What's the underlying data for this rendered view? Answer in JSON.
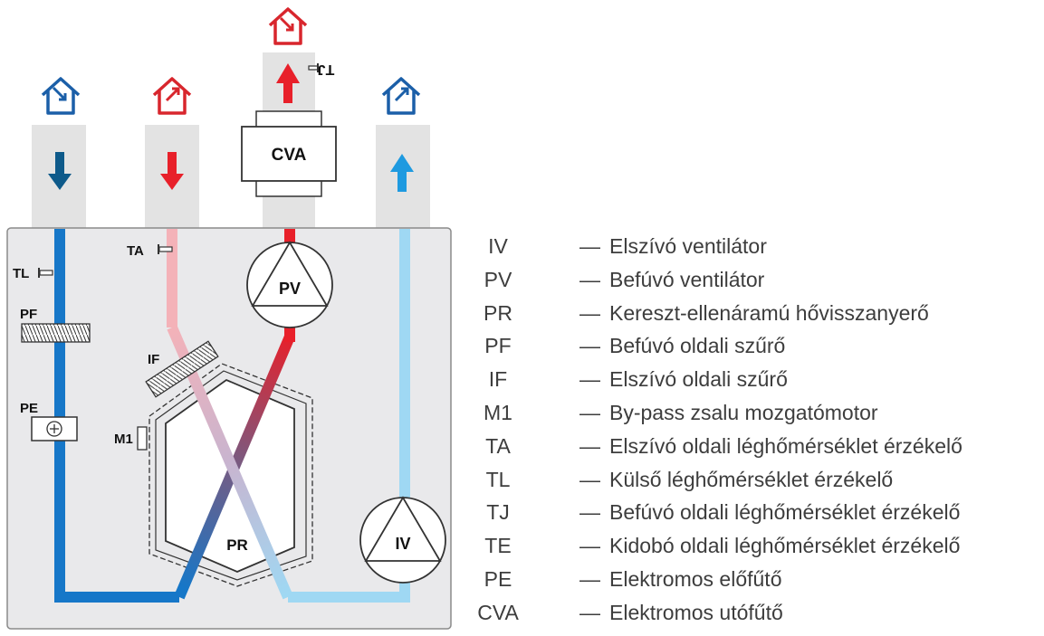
{
  "diagram": {
    "unit_labels": {
      "CVA": "CVA",
      "PV": "PV",
      "IV": "IV",
      "PR": "PR",
      "TA": "TA",
      "TL": "TL",
      "TJ": "TJ",
      "PF": "PF",
      "IF": "IF",
      "PE": "PE",
      "M1": "M1"
    },
    "colors": {
      "cold_dark": "#1677c8",
      "cold_light": "#9fd8f3",
      "warm_red": "#e8202a",
      "warm_pink": "#f4b2b8",
      "house_blue": "#1b5fa8",
      "house_red": "#d8262d",
      "housing_bg": "#e9e9eb"
    }
  },
  "legend": [
    {
      "code": "IV",
      "desc": "Elszívó ventilátor"
    },
    {
      "code": "PV",
      "desc": "Befúvó ventilátor"
    },
    {
      "code": "PR",
      "desc": "Kereszt-ellenáramú hővisszanyerő"
    },
    {
      "code": "PF",
      "desc": "Befúvó oldali szűrő"
    },
    {
      "code": "IF",
      "desc": "Elszívó oldali szűrő"
    },
    {
      "code": "M1",
      "desc": "By-pass zsalu mozgatómotor"
    },
    {
      "code": "TA",
      "desc": "Elszívó oldali léghőmérséklet érzékelő"
    },
    {
      "code": "TL",
      "desc": "Külső léghőmérséklet érzékelő"
    },
    {
      "code": "TJ",
      "desc": "Befúvó oldali léghőmérséklet érzékelő"
    },
    {
      "code": "TE",
      "desc": "Kidobó oldali léghőmérséklet érzékelő"
    },
    {
      "code": "PE",
      "desc": "Elektromos előfűtő"
    },
    {
      "code": "CVA",
      "desc": "Elektromos utófűtő"
    }
  ],
  "legend_dash": "—"
}
